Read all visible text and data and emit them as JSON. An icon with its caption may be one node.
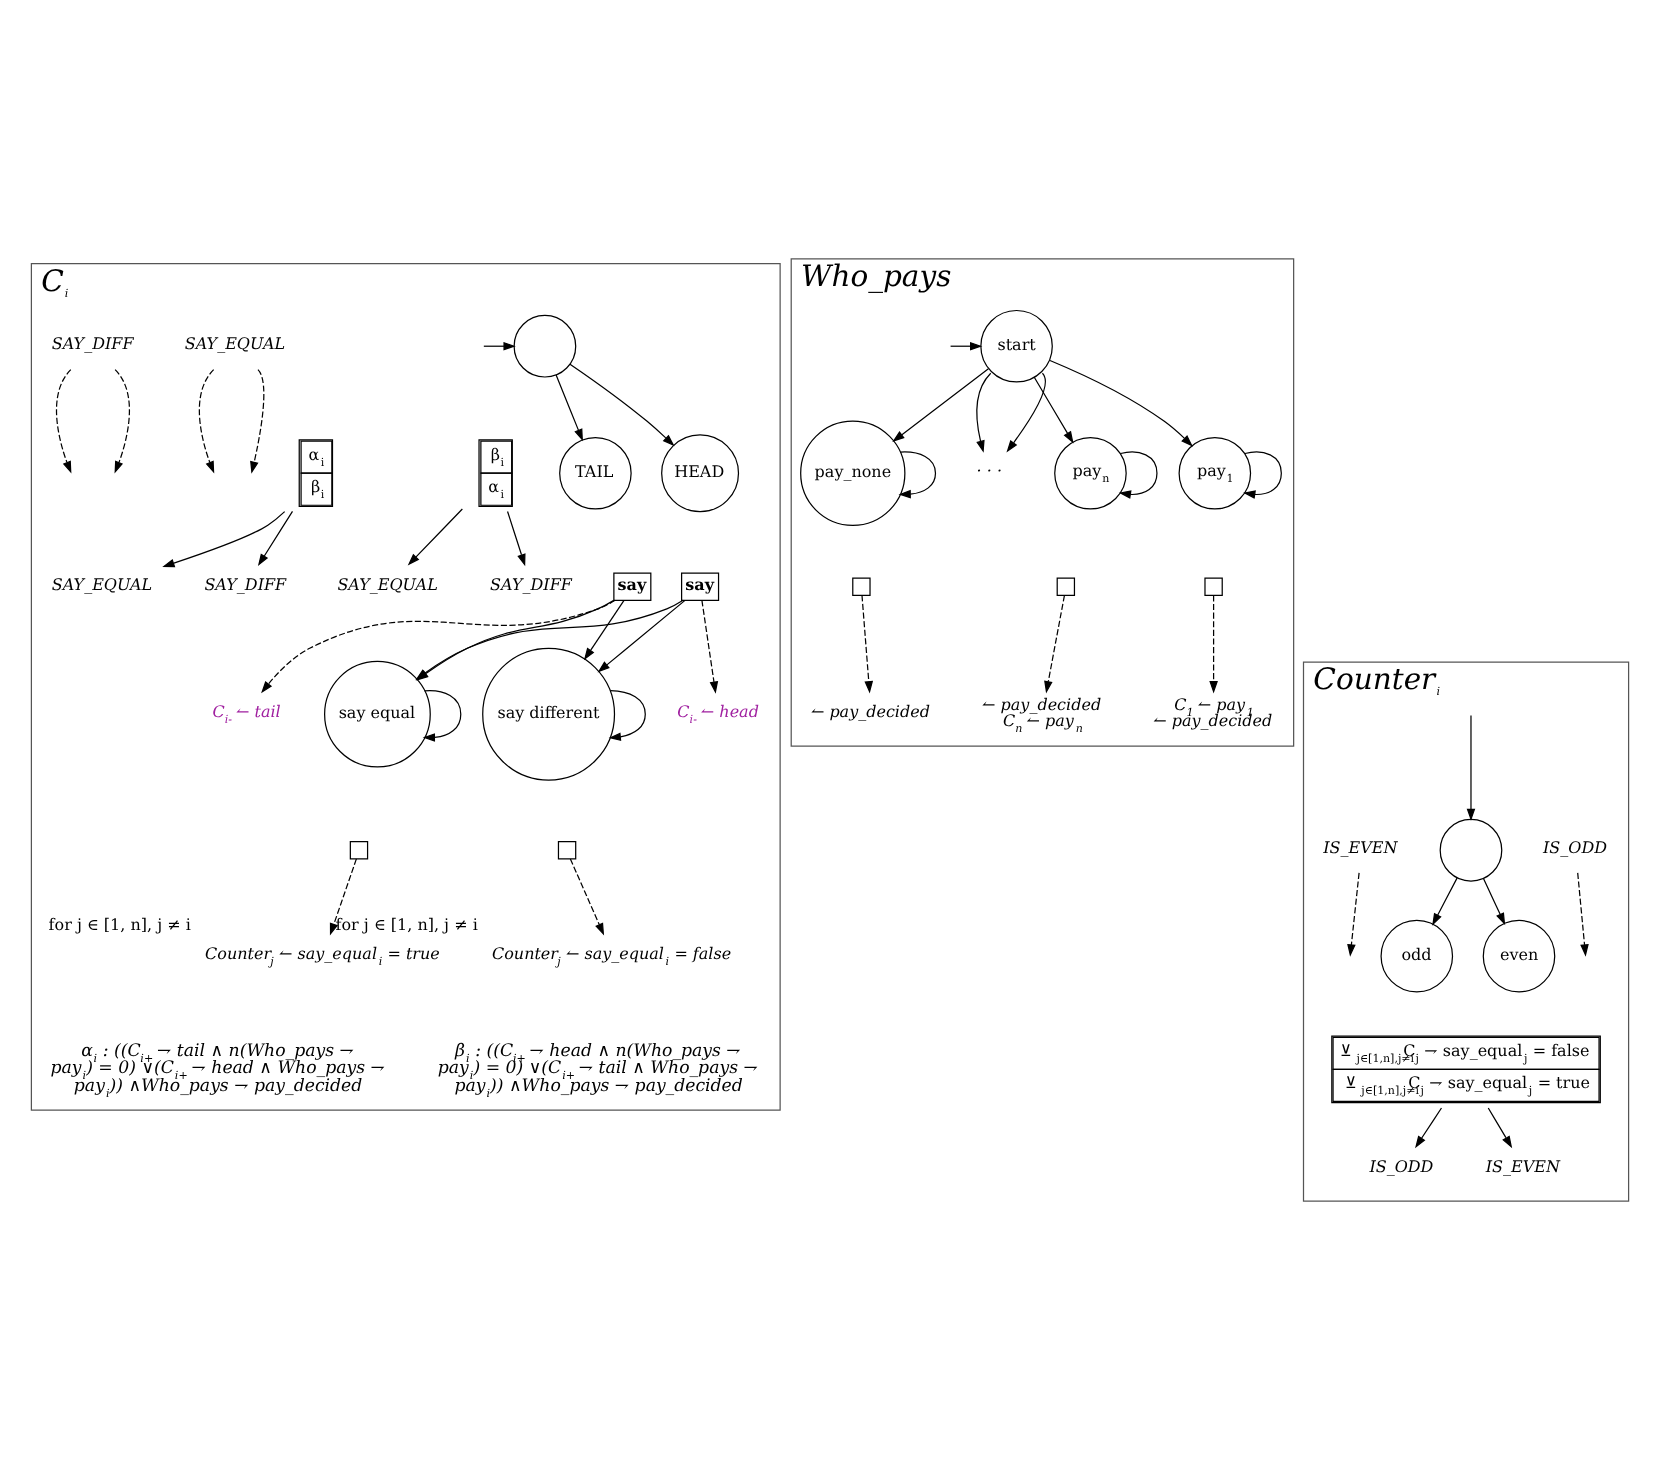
{
  "diagram": {
    "nodes": [
      {
        "text": [
          "C$_{i}$"
        ]
      },
      {
        "text": [],
        "shape": "circle",
        "in": 0
      },
      {
        "text": [
          "α$_{i}$",
          "β$_{i}$"
        ],
        "in": 0
      },
      {
        "text": [
          "β$_{i}$",
          "α$_{i}$"
        ],
        "in": 0
      },
      {
        "text": [
          "TAIL"
        ],
        "in": 0
      },
      {
        "text": [
          "HEAD"
        ],
        "in": 0
      },
      {
        "text": [
          "say"
        ],
        "in": 0
      },
      {
        "text": [
          "say"
        ],
        "in": 0
      },
      {
        "text": [
          "say equal"
        ],
        "in": 0
      },
      {
        "text": [
          "say different"
        ],
        "in": 0
      },
      {
        "text": [],
        "shape": "box",
        "in": 0
      },
      {
        "text": [],
        "shape": "box",
        "in": 0
      },
      {
        "text": [
          "SAY_EQUAL"
        ],
        "in": 0
      },
      {
        "text": [
          "SAY_DIFF"
        ],
        "in": 0
      },
      {
        "text": [
          "SAY_EQUAL"
        ],
        "in": 0
      },
      {
        "text": [
          "SAY_DIFF"
        ],
        "in": 0
      },
      {
        "text": [
          "C$_{i-}$ ↼ tail"
        ],
        "in": 0
      },
      {
        "text": [
          "C$_{i-}$ ↼ head"
        ],
        "in": 0
      },
      {
        "text": [
          "SAY_EQUAL"
        ],
        "in": 0
      },
      {
        "text": [
          "SAY_DIFF"
        ],
        "in": 0
      },
      {
        "text": [
          "Counter$_{j}$ ↼ say_equal$_{i}$ = true"
        ],
        "beside": [
          "for j ∈ [1, n], j ≠ i"
        ],
        "in": 0
      },
      {
        "text": [
          "Counter$_{j}$ ↼ say_equal$_{i}$ = false"
        ],
        "beside": [
          "for j ∈ [1, n], j ≠ i"
        ],
        "in": 0
      },
      {
        "text": [
          "Who_pays"
        ]
      },
      {
        "text": [
          "start"
        ],
        "in": 22
      },
      {
        "text": [
          "pay$_{n}$"
        ],
        "in": 22
      },
      {
        "text": [
          "pay$_{1}$"
        ],
        "in": 22
      },
      {
        "text": [
          "pay_none"
        ],
        "in": 22
      },
      {
        "text": [
          "· · ·"
        ],
        "in": 22
      },
      {
        "text": [],
        "shape": "box",
        "in": 22
      },
      {
        "text": [],
        "shape": "box",
        "in": 22
      },
      {
        "text": [],
        "shape": "box",
        "in": 22
      },
      {
        "text": [
          "↼ pay_decided",
          "C$_{n}$ ↼ pay$_{n}$"
        ],
        "in": 22
      },
      {
        "text": [
          "C$_{1}$ ↼ pay$_{1}$",
          "↼ pay_decided"
        ],
        "in": 22
      },
      {
        "text": [
          "↼ pay_decided"
        ],
        "in": 22
      },
      {
        "text": [
          "Counter$_{i}$"
        ]
      },
      {
        "text": [],
        "shape": "circle",
        "in": 34
      },
      {
        "text": [
          "even"
        ],
        "in": 34
      },
      {
        "text": [
          "odd"
        ],
        "in": 34
      },
      {
        "text": [
          "IS_EVEN"
        ],
        "in": 34
      },
      {
        "text": [
          "IS_ODD"
        ],
        "in": 34
      },
      {
        "text": [
          "⊻$_{j∈[1,n],j≠i}$C$_{j}$ ⇁ say_equal$_{j}$ = false",
          "⊻$_{j∈[1,n],j≠i}$C$_{j}$ ⇁ say_equal$_{j}$ = true"
        ],
        "in": 34
      },
      {
        "text": [
          "IS_ODD"
        ],
        "in": 34
      },
      {
        "text": [
          "IS_EVEN"
        ],
        "in": 34
      }
    ],
    "edges": [
      {
        "from": null,
        "to": 1,
        "arrow": "to"
      },
      {
        "from": 1,
        "to": 4,
        "arrow": "to"
      },
      {
        "from": 1,
        "to": 5,
        "arrow": "to"
      },
      {
        "from": 2,
        "to": 12,
        "arrow": "to"
      },
      {
        "from": 2,
        "to": 13,
        "arrow": "to"
      },
      {
        "from": 3,
        "to": 14,
        "arrow": "to"
      },
      {
        "from": 3,
        "to": 15,
        "arrow": "to"
      },
      {
        "from": 6,
        "to": 16,
        "arrow": "to",
        "style": "dashed"
      },
      {
        "from": 7,
        "to": 17,
        "arrow": "to",
        "style": "dashed"
      },
      {
        "from": 6,
        "to": 8,
        "arrow": "to"
      },
      {
        "from": 6,
        "to": 9,
        "arrow": "to"
      },
      {
        "from": 7,
        "to": 8,
        "arrow": "to"
      },
      {
        "from": 7,
        "to": 9,
        "arrow": "to"
      },
      {
        "from": 18,
        "to": null,
        "arrow": "to",
        "style": "dashed"
      },
      {
        "from": 18,
        "to": null,
        "arrow": "to",
        "style": "dashed"
      },
      {
        "from": 19,
        "to": null,
        "arrow": "to",
        "style": "dashed"
      },
      {
        "from": 19,
        "to": null,
        "arrow": "to",
        "style": "dashed"
      },
      {
        "from": 8,
        "to": 8,
        "arrow": "to"
      },
      {
        "from": 9,
        "to": 9,
        "arrow": "to"
      },
      {
        "from": 10,
        "to": 20,
        "arrow": "to",
        "style": "dashed"
      },
      {
        "from": 11,
        "to": 21,
        "arrow": "to",
        "style": "dashed"
      },
      {
        "from": null,
        "to": 23,
        "arrow": "to"
      },
      {
        "from": 23,
        "to": 26,
        "arrow": "to"
      },
      {
        "from": 23,
        "to": 25,
        "arrow": "to"
      },
      {
        "from": 23,
        "to": 27,
        "arrow": "to"
      },
      {
        "from": 23,
        "to": 27,
        "arrow": "to"
      },
      {
        "from": 23,
        "to": 24,
        "arrow": "to"
      },
      {
        "from": 24,
        "to": 24,
        "arrow": "to"
      },
      {
        "from": 25,
        "to": 25,
        "arrow": "to"
      },
      {
        "from": 26,
        "to": 26,
        "arrow": "to"
      },
      {
        "from": 29,
        "to": 31,
        "arrow": "to",
        "style": "dashed"
      },
      {
        "from": 30,
        "to": 32,
        "arrow": "to",
        "style": "dashed"
      },
      {
        "from": 28,
        "to": 33,
        "arrow": "to",
        "style": "dashed"
      },
      {
        "from": null,
        "to": 35,
        "arrow": "to"
      },
      {
        "from": 35,
        "to": 36,
        "arrow": "to"
      },
      {
        "from": 35,
        "to": 37,
        "arrow": "to"
      },
      {
        "from": 38,
        "to": null,
        "arrow": "to",
        "style": "dashed"
      },
      {
        "from": 39,
        "to": null,
        "arrow": "to",
        "style": "dashed"
      },
      {
        "from": 40,
        "to": 41,
        "arrow": "to"
      },
      {
        "from": 40,
        "to": 42,
        "arrow": "to"
      }
    ],
    "labels": [
      "α$_{i}$ : ((C$_{i+}$ ⇁ tail ∧ n(Who_pays ⇁ pay$_{i}$) = 0) ∨(C$_{i+}$ ⇁ head ∧ Who_pays ⇁ pay$_{i}$)) ∧Who_pays ⇁ pay_decided",
      "β$_{i}$ : ((C$_{i+}$ ⇁ head ∧ n(Who_pays ⇁ pay$_{i}$) = 0) ∨(C$_{i+}$ ⇁ tail ∧ Who_pays ⇁ pay$_{i}$)) ∧Who_pays ⇁ pay_decided"
    ]
  }
}
